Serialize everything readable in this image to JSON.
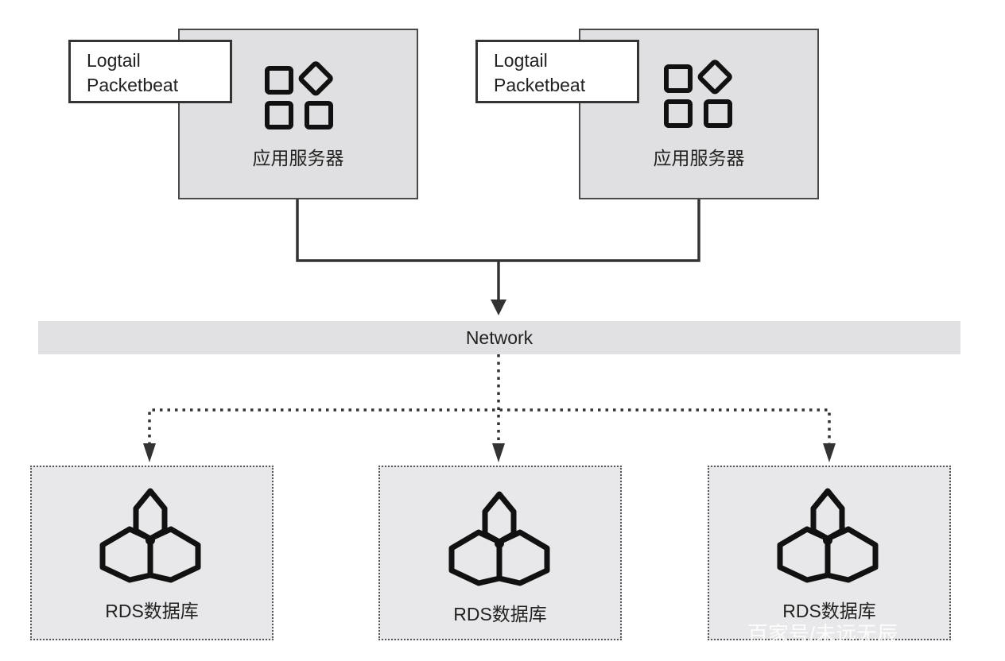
{
  "servers": [
    {
      "agent_line1": "Logtail",
      "agent_line2": "Packetbeat",
      "caption": "应用服务器",
      "icon": "apps-icon"
    },
    {
      "agent_line1": "Logtail",
      "agent_line2": "Packetbeat",
      "caption": "应用服务器",
      "icon": "apps-icon"
    }
  ],
  "network": {
    "label": "Network"
  },
  "databases": [
    {
      "caption": "RDS数据库",
      "icon": "honeycomb-icon"
    },
    {
      "caption": "RDS数据库",
      "icon": "honeycomb-icon"
    },
    {
      "caption": "RDS数据库",
      "icon": "honeycomb-icon"
    }
  ],
  "watermark": "百家号/未远无辰",
  "colors": {
    "server_fill": "#e0e0e2",
    "network_fill": "#e1e1e3",
    "db_fill": "#e8e8ea",
    "line": "#333333"
  }
}
